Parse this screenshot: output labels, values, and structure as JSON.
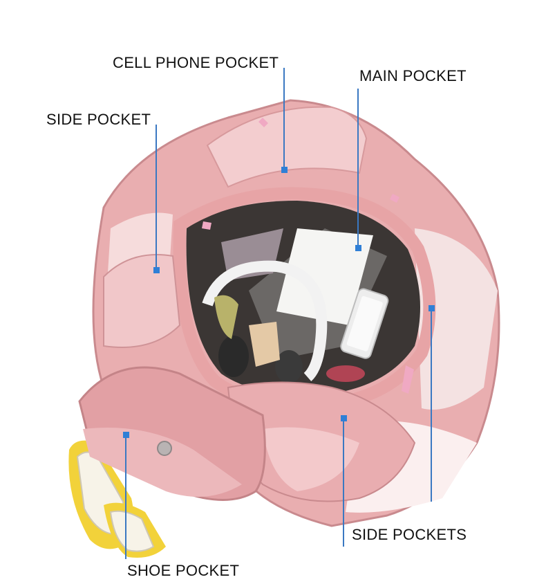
{
  "labels": {
    "cell_phone_pocket": "CELL PHONE POCKET",
    "main_pocket": "MAIN POCKET",
    "side_pocket": "SIDE POCKET",
    "side_pockets": "SIDE POCKETS",
    "shoe_pocket": "SHOE POCKET"
  },
  "colors": {
    "bag_pink": "#e9aeb0",
    "bag_light": "#f6dcdc",
    "bag_dark": "#c98a8e",
    "lining": "#e7a4a6",
    "marker_blue": "#2f7fd6",
    "leader_line": "#3a78c2"
  },
  "objects": [
    "bag",
    "white-headphones",
    "tablet",
    "smartphone",
    "power-bank",
    "pink-ball",
    "yellow-sneakers",
    "umbrella"
  ]
}
